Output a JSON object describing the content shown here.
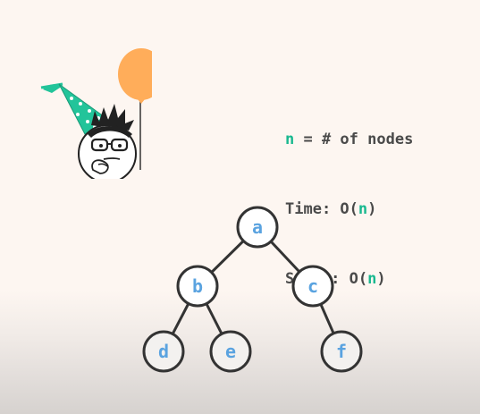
{
  "complexity": {
    "line1": {
      "var": "n",
      "text": " = # of nodes"
    },
    "line2": {
      "prefix": "Time: O(",
      "var": "n",
      "suffix": ")"
    },
    "line3": {
      "prefix": "Space: O(",
      "var": "n",
      "suffix": ")"
    }
  },
  "tree": {
    "nodes": [
      {
        "id": "a",
        "label": "a"
      },
      {
        "id": "b",
        "label": "b"
      },
      {
        "id": "c",
        "label": "c"
      },
      {
        "id": "d",
        "label": "d"
      },
      {
        "id": "e",
        "label": "e"
      },
      {
        "id": "f",
        "label": "f"
      }
    ],
    "edges": [
      [
        "a",
        "b"
      ],
      [
        "a",
        "c"
      ],
      [
        "b",
        "d"
      ],
      [
        "b",
        "e"
      ],
      [
        "c",
        "f"
      ]
    ]
  },
  "colors": {
    "accent": "#18b88f",
    "node_label": "#5aa3e0",
    "node_stroke": "#333333",
    "balloon": "#ffad5a",
    "party_hat": "#22c49a"
  },
  "icons": {
    "mascot": "thinking-cartoon-face-icon",
    "hat": "party-hat-icon",
    "balloon": "balloon-icon"
  }
}
